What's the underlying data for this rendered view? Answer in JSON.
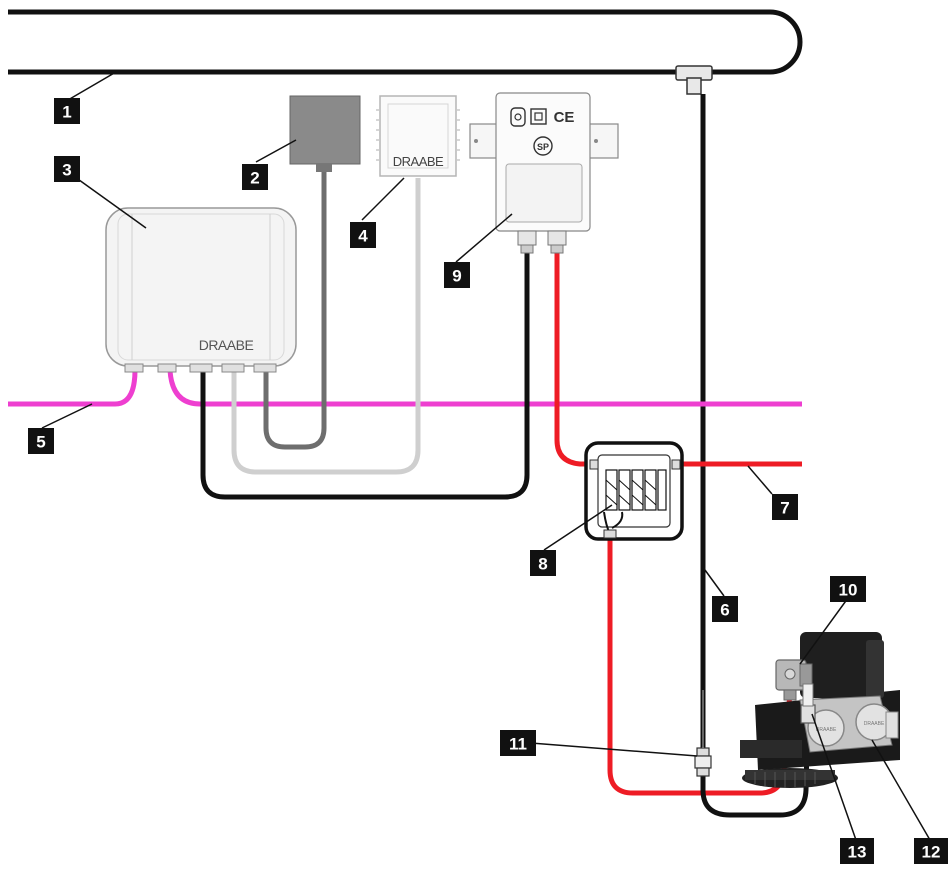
{
  "brand": "DRAABE",
  "certification_marks": {
    "ce": "CE",
    "csa": "SP"
  },
  "callouts": {
    "c1": "1",
    "c2": "2",
    "c3": "3",
    "c4": "4",
    "c5": "5",
    "c6": "6",
    "c7": "7",
    "c8": "8",
    "c9": "9",
    "c10": "10",
    "c11": "11",
    "c12": "12",
    "c13": "13"
  },
  "colors": {
    "water_line": "#111111",
    "power_red": "#ee1c25",
    "bus_magenta": "#ee3fd0",
    "sensor_gray": "#777777",
    "light_cable": "#cccccc",
    "callout_box": "#111111"
  }
}
